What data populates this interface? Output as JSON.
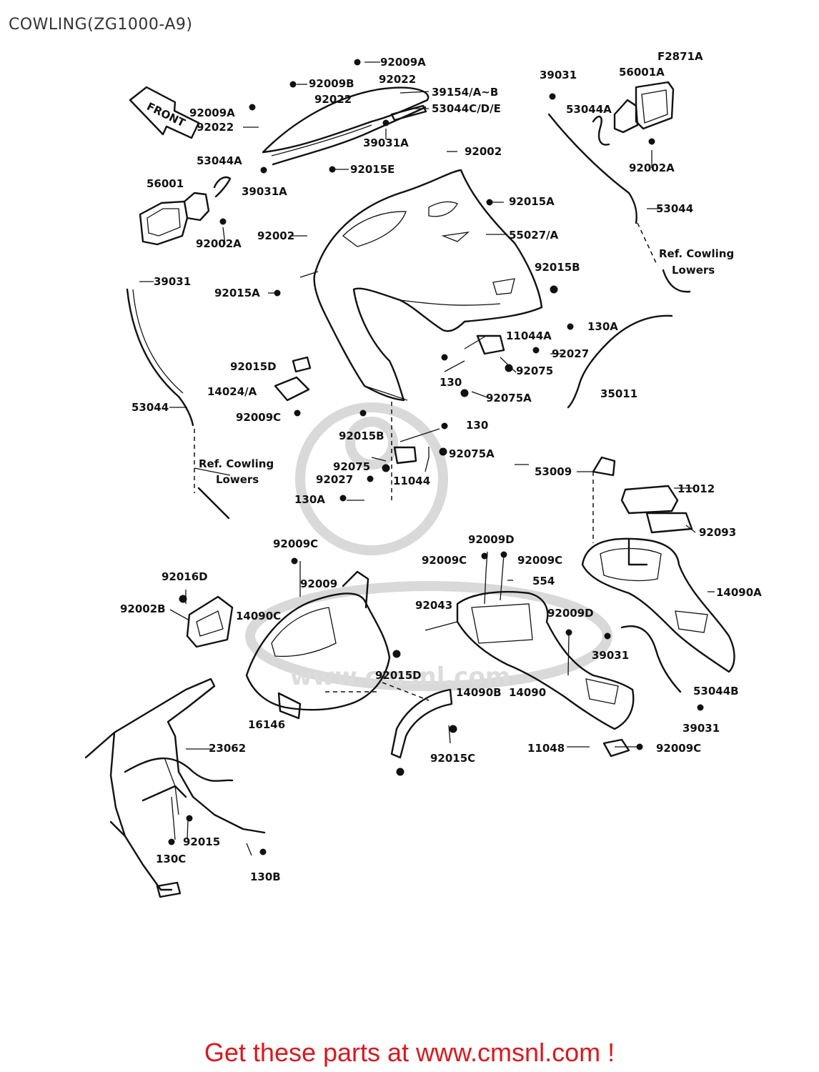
{
  "title": "COWLING(ZG1000-A9)",
  "figure_id": "F2871A",
  "front_sign": "FRONT",
  "watermark": "www.cmsnl.com",
  "footer": "Get these parts at www.cmsnl.com !",
  "labels": [
    "92009A",
    "92009B",
    "92022",
    "92022",
    "39154/A~B",
    "92009A",
    "92022",
    "53044C/D/E",
    "39031A",
    "53044A",
    "56001",
    "39031A",
    "92015E",
    "92002",
    "92002A",
    "39031",
    "56001A",
    "53044A",
    "92002A",
    "53044",
    "92015A",
    "55027/A",
    "92002",
    "Ref. Cowling",
    "Lowers",
    "92015B",
    "39031",
    "92015A",
    "130A",
    "11044A",
    "92027",
    "92015D",
    "130",
    "92075",
    "14024/A",
    "92075A",
    "35011",
    "53044",
    "92009C",
    "92015B",
    "130",
    "Ref. Cowling",
    "Lowers",
    "92075",
    "92075A",
    "92027",
    "11044",
    "130A",
    "53009",
    "11012",
    "92093",
    "92009C",
    "92009D",
    "92009C",
    "92009C",
    "554",
    "92016D",
    "92009",
    "92002B",
    "14090C",
    "92043",
    "14090A",
    "92009D",
    "39031",
    "92015D",
    "16146",
    "14090B",
    "14090",
    "53044B",
    "39031",
    "23062",
    "92015C",
    "11048",
    "92009C",
    "92015",
    "130C",
    "130B"
  ]
}
